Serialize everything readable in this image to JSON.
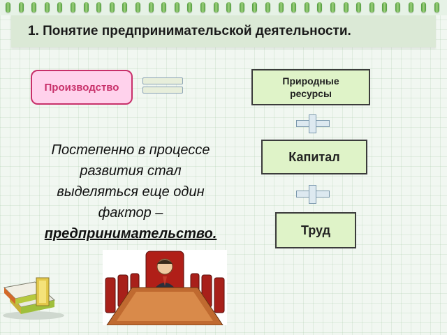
{
  "slide": {
    "title": "1. Понятие предпринимательской деятельности.",
    "boxes": {
      "production": "Производство",
      "resources_line1": "Природные",
      "resources_line2": "ресурсы",
      "capital": "Капитал",
      "labor": "Труд"
    },
    "paragraph": {
      "line1": "Постепенно в процессе",
      "line2": "развития стал",
      "line3": "выделяться  еще один",
      "line4": "фактор –",
      "emphasis": "предпринимательство."
    }
  },
  "colors": {
    "production_border": "#c8306a",
    "production_fill": "#ffd2ec",
    "factor_fill": "#dff3c8",
    "binding_ring": "#4f9a3c"
  },
  "icons": [
    "notebook-ring-binding",
    "equals-sign-icon",
    "plus-sign-icon",
    "books-icon",
    "meeting-table-illustration"
  ]
}
